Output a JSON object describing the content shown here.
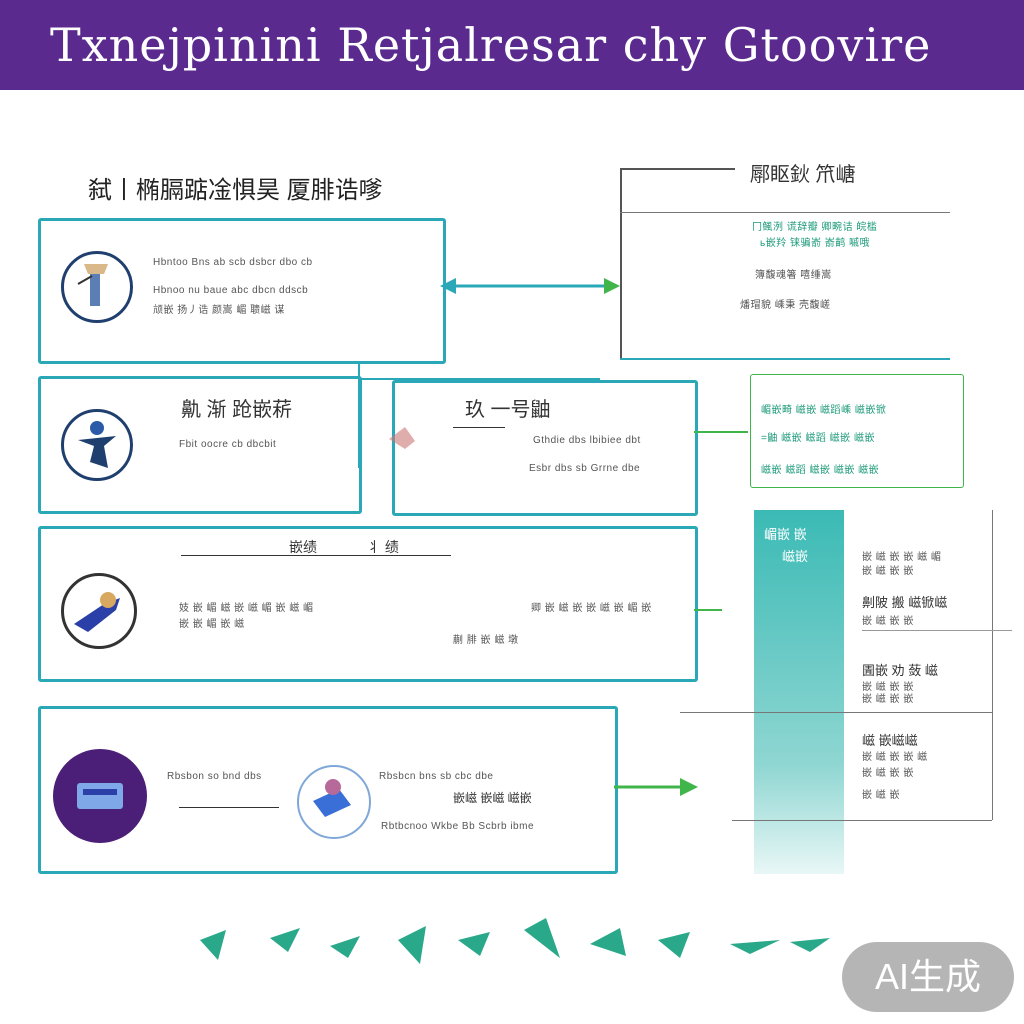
{
  "header": {
    "title": "Txnejpinini  Retjalresar chy  Gtoovire"
  },
  "diagram": {
    "main_heading": "弑丨椭膈踮凎惧昊 厦腓诰嗲",
    "right_top_title": "鄏眍鈥  笊嵣",
    "right_top_lines": [
      "冂鲺洌 谎辞瓣 卿畹诘 皖槛",
      "ь嵌羚 铼骗嵛 嵛鹋 嘁哦",
      "簿馥魂箸 嘻缍嵩",
      "燔瑁貌 嵊秉 壳馥嵯"
    ],
    "box1_lines": [
      "Hbntoo Bns ab scb dsbcr dbo cb",
      "Hbnoo nu baue abc dbcn ddscb",
      "颃嵌 扬丿诰 颜嵩 嵋 聩嵫 谋"
    ],
    "box2_title": "鼽 渐 跄嵌菥",
    "box2_line": "Fbit oocre cb dbcbit",
    "box3_title": "玖 一号鼬",
    "box3_lines": [
      "Gthdie dbs lbibiee dbt",
      "Esbr dbs sb Grrne dbe"
    ],
    "right_mid_lines": [
      "嵋嵌畸 嵫嵌 嵫蹈嵊 嵫嵌锨",
      "=鼬 嵫嵌 嵫蹈 嵫嵌 嵫嵌",
      "嵫嵌 嵫蹈 嵫嵌 嵫嵌 嵫嵌"
    ],
    "box4_labels": [
      "嵌绩",
      "丬  绩"
    ],
    "box4_lines": [
      "妓 嵌 嵋 嵫 嵌 嵫 嵋 嵌 嵫 嵋",
      "嵌 嵌 嵋 嵌 嵫",
      "卿 嵌 嵫 嵌 嵌 嵫 嵌 嵋 嵌",
      "蒯 腓 嵌 嵫 墩"
    ],
    "ribbon_labels": [
      "嵋嵌 嵌",
      "嵫嵌"
    ],
    "ribbon_right": [
      {
        "title": "",
        "lines": [
          "嵌 嵫 嵌 嵌 嵫 嵋",
          "嵌 嵫 嵌 嵌"
        ]
      },
      {
        "title": "劓陂 搬 嵫锨嵫",
        "lines": [
          "嵌 嵫 嵌 嵌"
        ]
      },
      {
        "title": "圊嵌 劝 蔹 嵫",
        "lines": [
          "嵌 嵫 嵌 嵌",
          "嵌 嵫 嵌 嵌"
        ]
      },
      {
        "title": "嵫 嵌嵫嵫",
        "lines": [
          "嵌 嵫 嵌 嵌 嵫",
          "嵌 嵫 嵌 嵌",
          "嵌 嵫 嵌"
        ]
      }
    ],
    "box5_title": "忄  傻搽鳃嵌脆幺",
    "box5_lines": [
      "Rbsbon so bnd dbs",
      "Rbsbcn bns sb cbc dbe",
      "嵌嵫 嵌嵫 嵫嵌",
      "Rbtbcnoo  Wkbe Bb Scbrb ibme"
    ]
  },
  "watermark": {
    "label": "AI生成"
  },
  "colors": {
    "banner": "#5b2a8e",
    "teal": "#2aa8b8",
    "green": "#3fb54a",
    "navy": "#1f3f6e",
    "purple": "#4b1f78"
  },
  "icons": [
    "person-tool-icon",
    "figure-icon",
    "hand-icon",
    "card-icon",
    "document-icon",
    "arrow-icon",
    "bird-icon"
  ]
}
